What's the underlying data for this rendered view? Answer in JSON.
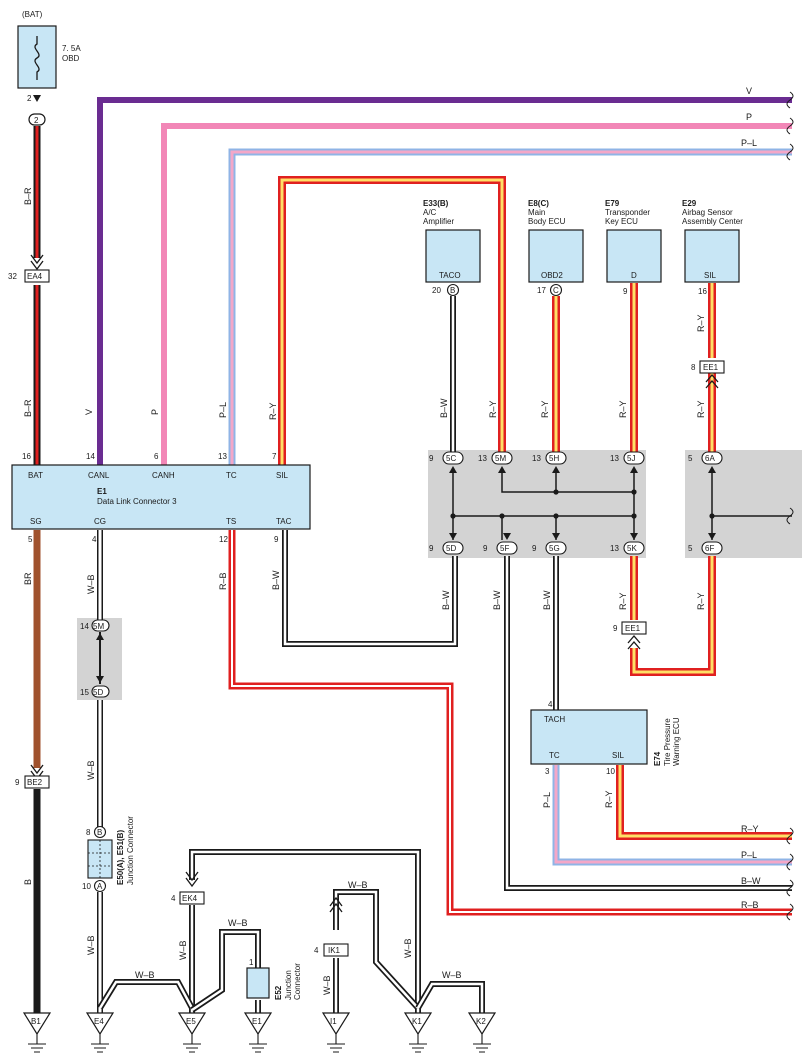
{
  "colors": {
    "V": "#6a2c91",
    "P": "#f287b7",
    "PL_pink": "#f4a7c8",
    "PL_blue": "#8fb4e6",
    "RY_red": "#e02020",
    "RY_yellow": "#ffe066",
    "BR": "#a0522d",
    "B": "#1a1a1a",
    "W": "#ffffff",
    "R": "#e02020",
    "ecu_fill": "#c8e6f5",
    "junction_fill": "#d3d3d3"
  },
  "power": {
    "source": "(BAT)",
    "fuse_rating": "7. 5A",
    "fuse_name": "OBD",
    "pin": "2",
    "circle": "2"
  },
  "connectors": {
    "ea4": {
      "pin": "32",
      "name": "EA4"
    },
    "be2": {
      "pin": "9",
      "name": "BE2"
    },
    "ek4": {
      "pin": "4",
      "name": "EK4"
    },
    "ik1": {
      "pin": "4",
      "name": "IK1"
    },
    "ee1_top": {
      "pin": "8",
      "name": "EE1"
    },
    "ee1_bot": {
      "pin": "9",
      "name": "EE1"
    }
  },
  "dlc": {
    "id": "E1",
    "name": "Data Link Connector 3",
    "top_pins": [
      {
        "num": "16",
        "label": "BAT"
      },
      {
        "num": "14",
        "label": "CANL"
      },
      {
        "num": "6",
        "label": "CANH"
      },
      {
        "num": "13",
        "label": "TC"
      },
      {
        "num": "7",
        "label": "SIL"
      }
    ],
    "bottom_pins": [
      {
        "num": "5",
        "label": "SG"
      },
      {
        "num": "4",
        "label": "CG"
      },
      {
        "num": "12",
        "label": "TS"
      },
      {
        "num": "9",
        "label": "TAC"
      }
    ]
  },
  "ecus": [
    {
      "id": "E33(B)",
      "line1": "A/C",
      "line2": "Amplifier",
      "pin_label": "TACO",
      "pin": "20",
      "circle": "B"
    },
    {
      "id": "E8(C)",
      "line1": "Main",
      "line2": "Body ECU",
      "pin_label": "OBD2",
      "pin": "17",
      "circle": "C"
    },
    {
      "id": "E79",
      "line1": "Transponder",
      "line2": "Key ECU",
      "pin_label": "D",
      "pin": "9",
      "circle": ""
    },
    {
      "id": "E29",
      "line1": "Airbag Sensor",
      "line2": "Assembly Center",
      "pin_label": "SIL",
      "pin": "16",
      "circle": ""
    }
  ],
  "junction_left": {
    "top": {
      "pin": "14",
      "name": "5M"
    },
    "bottom": {
      "pin": "15",
      "name": "5D"
    }
  },
  "junction_main": {
    "top": [
      {
        "pin": "9",
        "name": "5C"
      },
      {
        "pin": "13",
        "name": "5M"
      },
      {
        "pin": "13",
        "name": "5H"
      },
      {
        "pin": "13",
        "name": "5J"
      },
      {
        "pin": "5",
        "name": "6A"
      }
    ],
    "bottom": [
      {
        "pin": "9",
        "name": "5D"
      },
      {
        "pin": "9",
        "name": "5F"
      },
      {
        "pin": "9",
        "name": "5G"
      },
      {
        "pin": "13",
        "name": "5K"
      },
      {
        "pin": "5",
        "name": "6F"
      }
    ]
  },
  "tpms": {
    "id": "E74",
    "line1": "Tire Pressure",
    "line2": "Warning ECU",
    "top_label": "TACH",
    "top_pin": "4",
    "left_label": "TC",
    "left_pin": "3",
    "right_label": "SIL",
    "right_pin": "10"
  },
  "jcon_e50": {
    "id": "E50(A), E51(B)",
    "name": "Junction Connector",
    "top_pin": "8",
    "top_circle": "B",
    "bot_pin": "10",
    "bot_circle": "A"
  },
  "jcon_e52": {
    "id": "E52",
    "line1": "Junction",
    "line2": "Connector",
    "pin": "1"
  },
  "grounds": [
    "B1",
    "E4",
    "E5",
    "E1",
    "I1",
    "K1",
    "K2"
  ],
  "wire_labels": {
    "V": "V",
    "P": "P",
    "PL": "P–L",
    "RY": "R–Y",
    "BR": "B–R",
    "BR2": "BR",
    "B": "B",
    "WB": "W–B",
    "BW": "B–W",
    "RB": "R–B"
  }
}
